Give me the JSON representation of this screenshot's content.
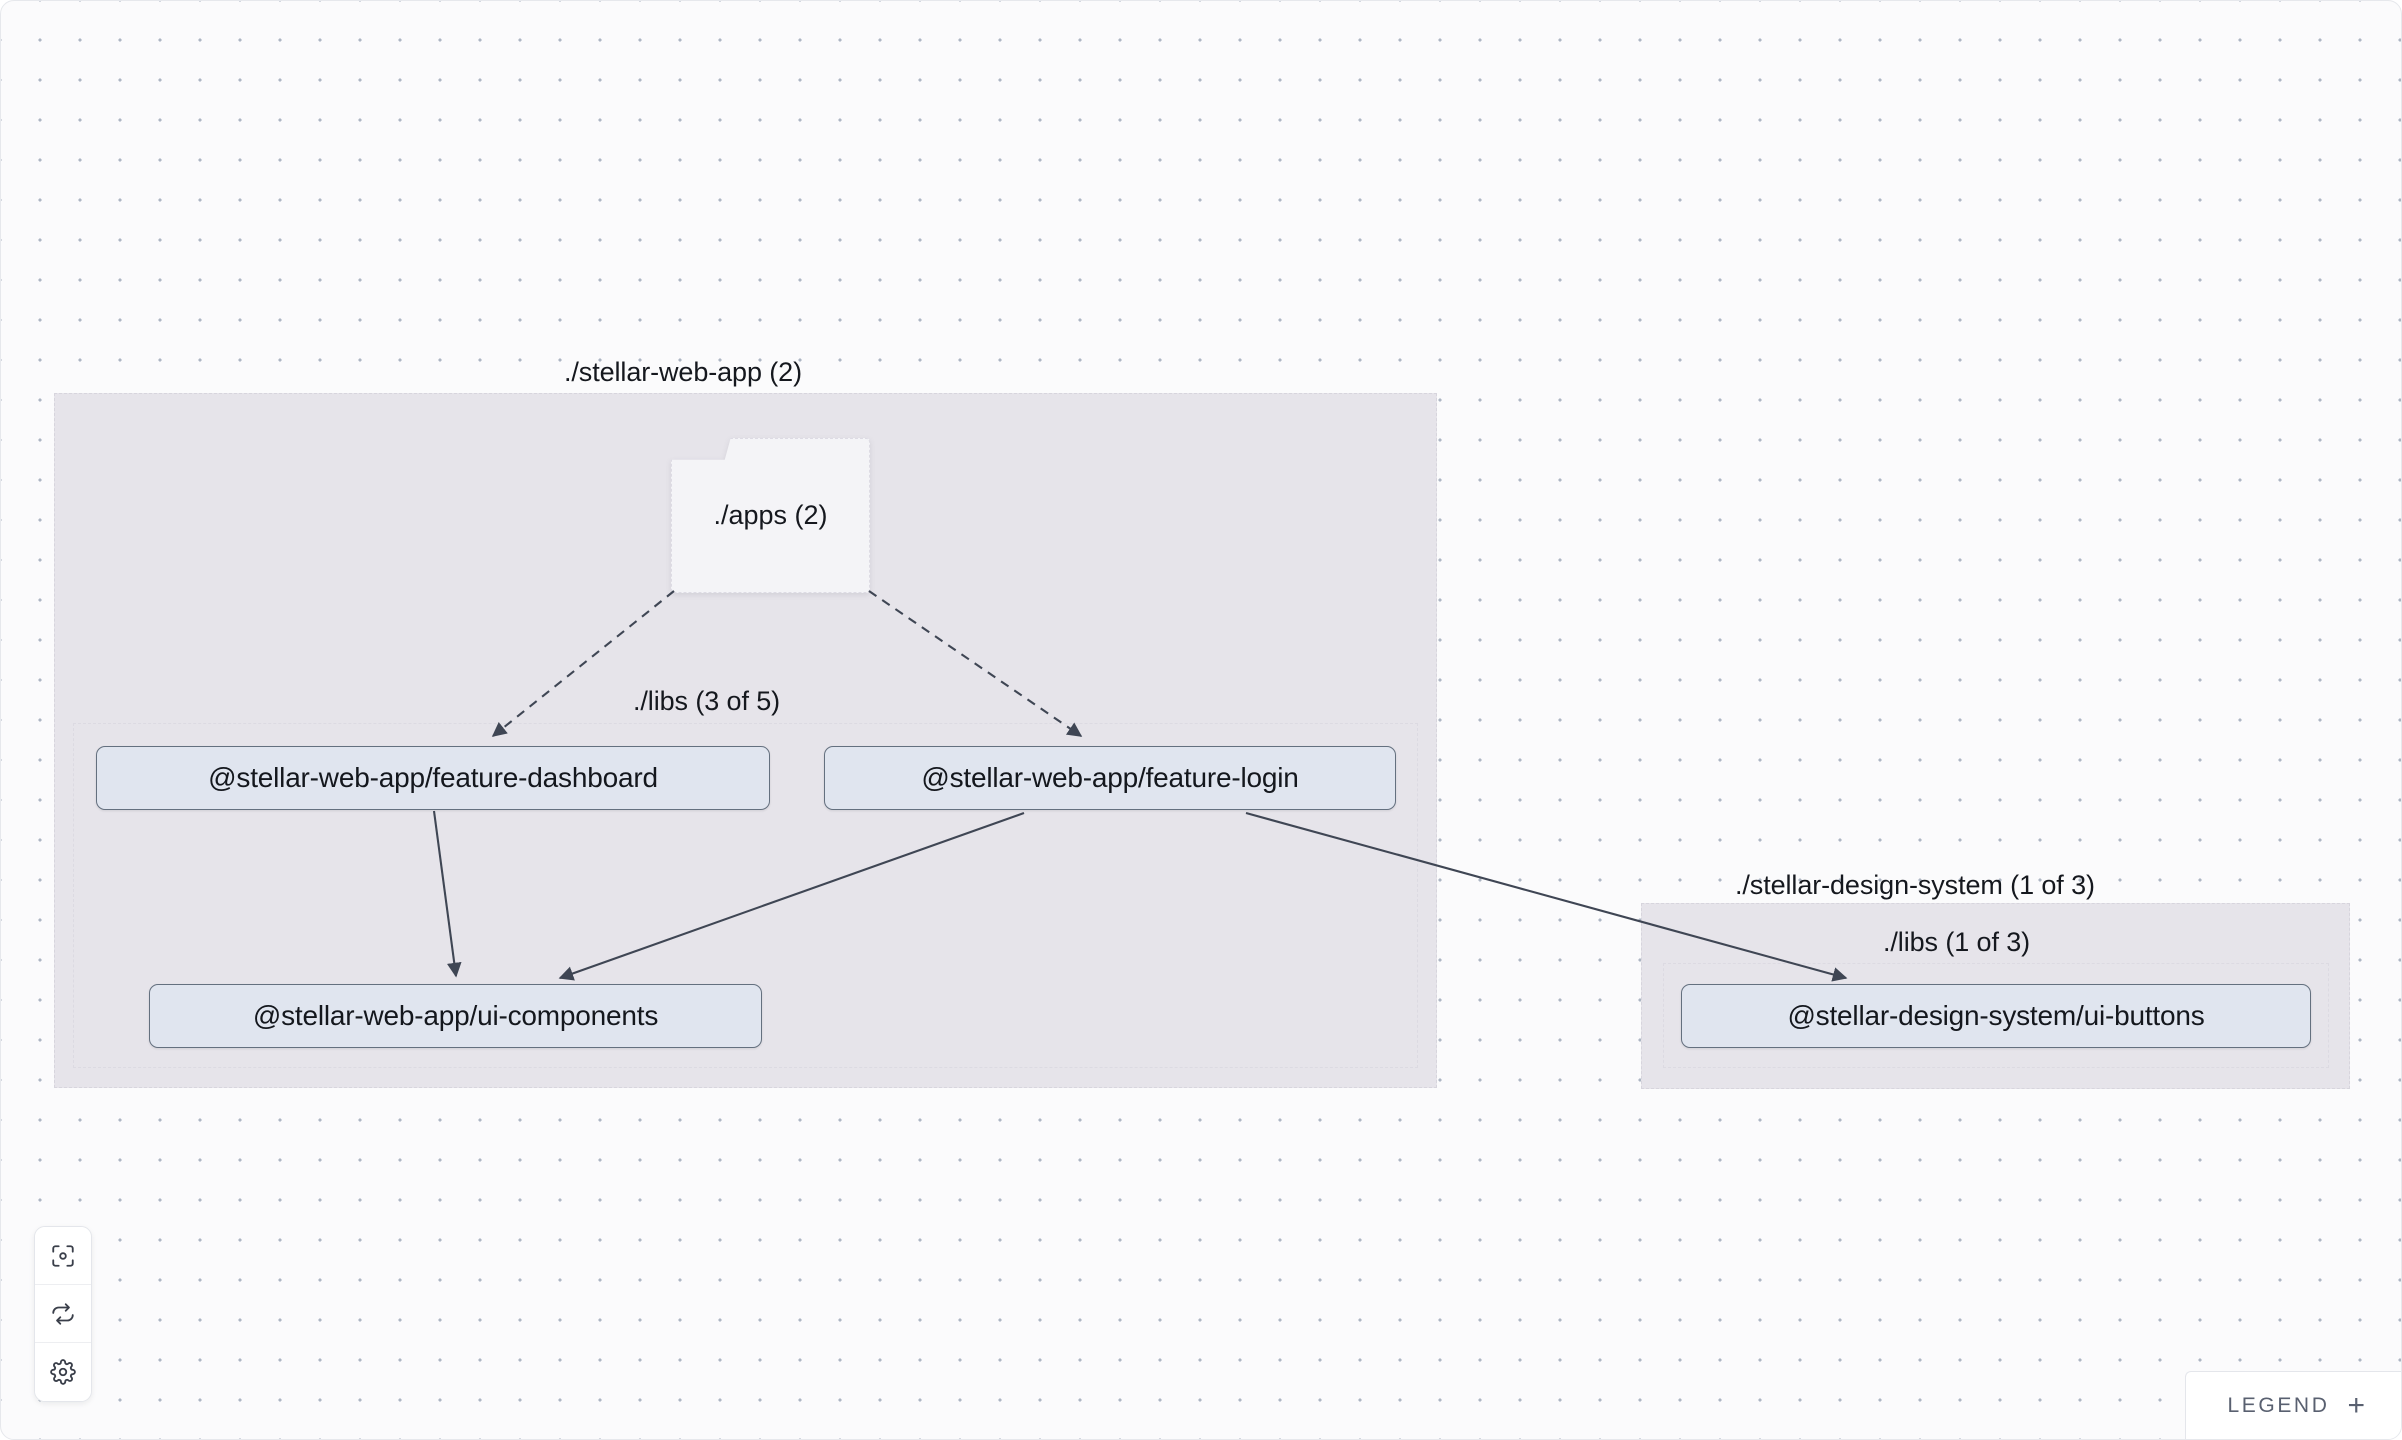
{
  "canvas": {
    "background_color": "#fbfbfc",
    "grid_dot_color": "#a9b2c0"
  },
  "graph": {
    "projects": [
      {
        "id": "stellar-web-app",
        "label": "./stellar-web-app (2)",
        "color": "#e6e4ea",
        "directories": [
          {
            "id": "apps",
            "label": "./apps (2)",
            "type": "folder"
          },
          {
            "id": "libs",
            "label": "./libs (3 of 5)",
            "type": "directory"
          }
        ],
        "nodes": [
          {
            "id": "feature-dashboard",
            "label": "@stellar-web-app/feature-dashboard"
          },
          {
            "id": "feature-login",
            "label": "@stellar-web-app/feature-login"
          },
          {
            "id": "ui-components",
            "label": "@stellar-web-app/ui-components"
          }
        ]
      },
      {
        "id": "stellar-design-system",
        "label": "./stellar-design-system (1 of 3)",
        "color": "#e6e4ea",
        "directories": [
          {
            "id": "ds-libs",
            "label": "./libs (1 of 3)",
            "type": "directory"
          }
        ],
        "nodes": [
          {
            "id": "ui-buttons",
            "label": "@stellar-design-system/ui-buttons"
          }
        ]
      }
    ],
    "edges": [
      {
        "from": "apps",
        "to": "feature-dashboard",
        "style": "dashed"
      },
      {
        "from": "apps",
        "to": "feature-login",
        "style": "dashed"
      },
      {
        "from": "feature-dashboard",
        "to": "ui-components",
        "style": "solid"
      },
      {
        "from": "feature-login",
        "to": "ui-components",
        "style": "solid"
      },
      {
        "from": "feature-login",
        "to": "ui-buttons",
        "style": "solid"
      }
    ],
    "node_fill": "#e0e5ef",
    "node_border": "#64707f",
    "edge_color": "#3f4654"
  },
  "toolbar": {
    "buttons": [
      {
        "name": "focus-graph",
        "icon": "focus-target-icon"
      },
      {
        "name": "refresh-graph",
        "icon": "refresh-loop-icon"
      },
      {
        "name": "graph-settings",
        "icon": "gear-icon"
      }
    ]
  },
  "legend": {
    "label": "LEGEND",
    "expand_symbol": "+"
  }
}
